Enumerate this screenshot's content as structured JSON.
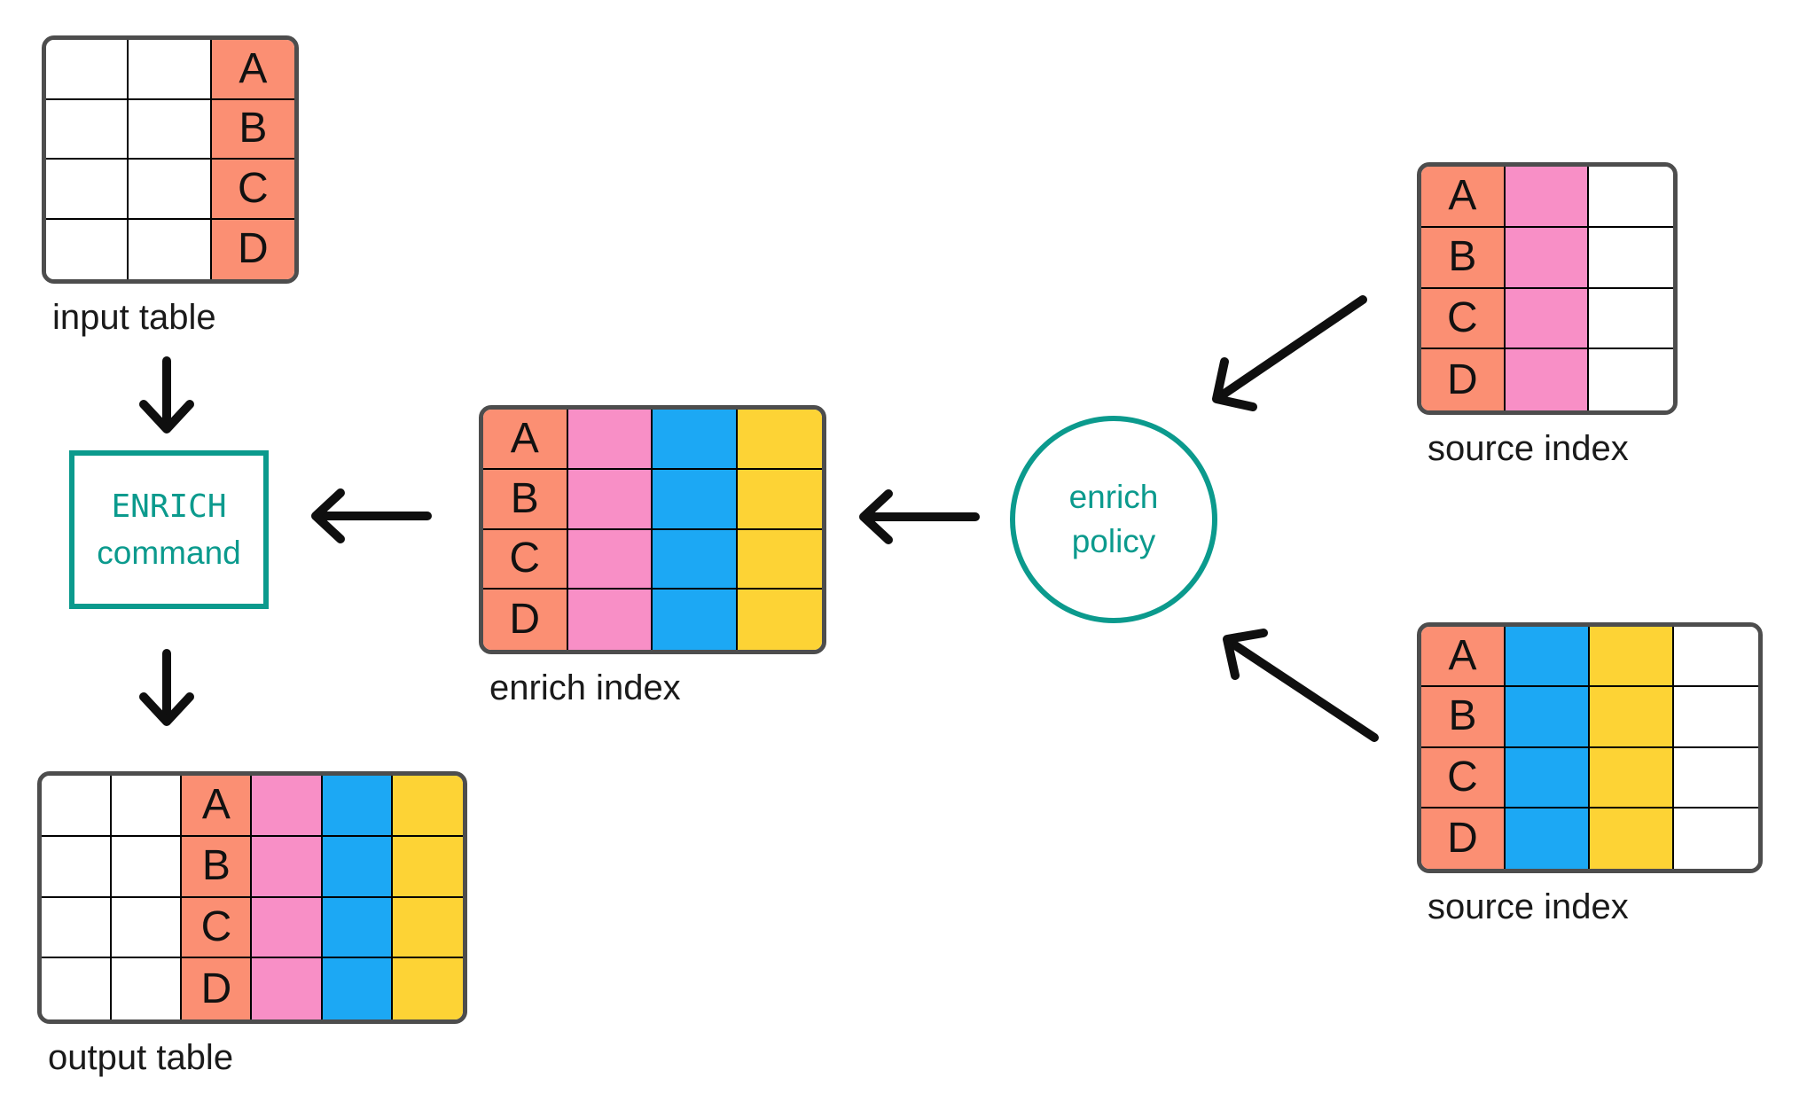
{
  "colors": {
    "white": "#ffffff",
    "salmon": "#fb8f73",
    "pink": "#f88fc6",
    "blue": "#1ca8f4",
    "yellow": "#fdd335",
    "teal": "#0b9a8d",
    "table_border": "#4d4d4d",
    "grid_line": "#000000",
    "arrow": "#0f0f0f",
    "text": "#1a1a1a"
  },
  "keys": [
    "A",
    "B",
    "C",
    "D"
  ],
  "tables": {
    "input": {
      "label": "input table",
      "columns": [
        "white",
        "white",
        "salmon"
      ],
      "key_col": 2
    },
    "enrich": {
      "label": "enrich index",
      "columns": [
        "salmon",
        "pink",
        "blue",
        "yellow"
      ],
      "key_col": 0
    },
    "source1": {
      "label": "source index",
      "columns": [
        "salmon",
        "pink",
        "white"
      ],
      "key_col": 0
    },
    "source2": {
      "label": "source index",
      "columns": [
        "salmon",
        "blue",
        "yellow",
        "white"
      ],
      "key_col": 0
    },
    "output": {
      "label": "output table",
      "columns": [
        "white",
        "white",
        "salmon",
        "pink",
        "blue",
        "yellow"
      ],
      "key_col": 2
    }
  },
  "nodes": {
    "enrich_command": {
      "line1": "ENRICH",
      "line2": "command"
    },
    "enrich_policy": {
      "line1": "enrich",
      "line2": "policy"
    }
  }
}
